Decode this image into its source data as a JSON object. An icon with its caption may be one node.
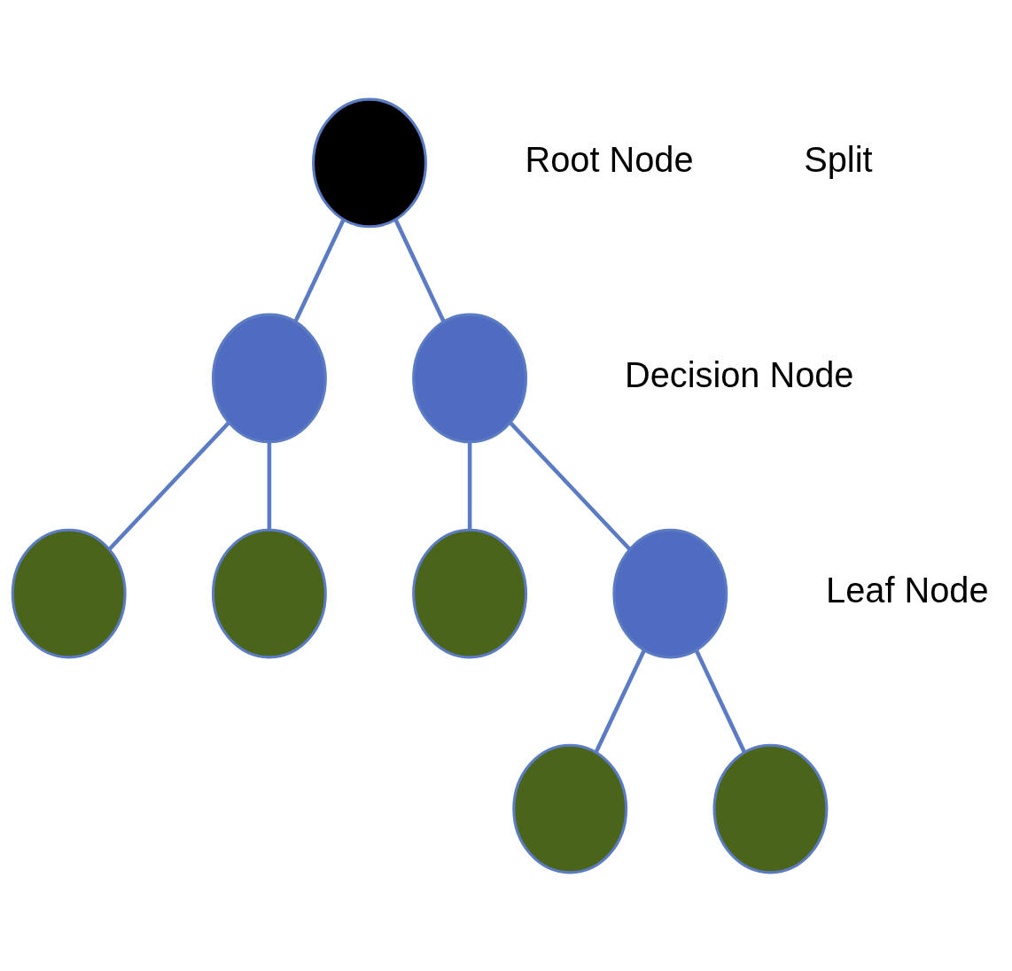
{
  "diagram": {
    "nodes": [
      {
        "text": [],
        "shape": "circle"
      },
      {
        "text": [],
        "shape": "circle"
      },
      {
        "text": [],
        "shape": "circle"
      },
      {
        "text": [],
        "shape": "circle"
      },
      {
        "text": [],
        "shape": "circle"
      },
      {
        "text": [],
        "shape": "circle"
      },
      {
        "text": [],
        "shape": "circle"
      },
      {
        "text": [],
        "shape": "circle"
      },
      {
        "text": [],
        "shape": "circle"
      }
    ],
    "edges": [
      {
        "from": 0,
        "to": 1,
        "arrow": "none"
      },
      {
        "from": 0,
        "to": 2,
        "arrow": "none"
      },
      {
        "from": 1,
        "to": 3,
        "arrow": "none"
      },
      {
        "from": 1,
        "to": 4,
        "arrow": "none"
      },
      {
        "from": 2,
        "to": 5,
        "arrow": "none"
      },
      {
        "from": 2,
        "to": 6,
        "arrow": "none"
      },
      {
        "from": 6,
        "to": 7,
        "arrow": "none"
      },
      {
        "from": 6,
        "to": 8,
        "arrow": "none"
      }
    ],
    "labels": [
      "Root Node",
      "Split",
      "Decision Node",
      "Leaf Node"
    ]
  }
}
